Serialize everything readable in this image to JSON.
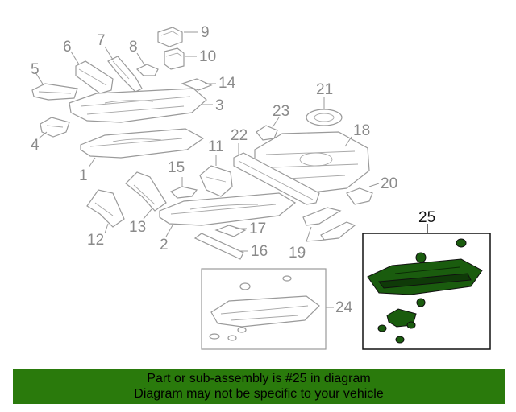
{
  "diagram": {
    "callouts": [
      "1",
      "2",
      "3",
      "4",
      "5",
      "6",
      "7",
      "8",
      "9",
      "10",
      "11",
      "12",
      "13",
      "14",
      "15",
      "16",
      "17",
      "18",
      "19",
      "20",
      "21",
      "22",
      "23",
      "24",
      "25"
    ],
    "highlighted_callout": "25",
    "colors": {
      "highlight": "#1a5c0e",
      "banner": "#2a7a0c",
      "part_outline": "#9a9a9a"
    }
  },
  "banner": {
    "line1": "Part or sub-assembly is #25 in diagram",
    "line2": "Diagram may not be specific to your vehicle"
  }
}
